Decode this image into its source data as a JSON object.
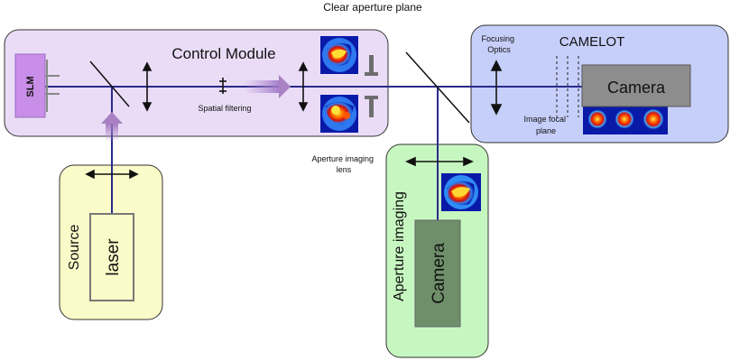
{
  "header": {
    "title": "Clear aperture plane"
  },
  "control_module": {
    "title": "Control Module",
    "spatial_filtering": "Spatial filtering",
    "slm": "SLM"
  },
  "camelot": {
    "title": "CAMELOT",
    "focusing_optics": [
      "Focusing",
      "Optics"
    ],
    "camera": "Camera",
    "image_focal_plane": [
      "Image focal",
      "plane"
    ]
  },
  "aperture_lens": [
    "Aperture imaging",
    "lens"
  ],
  "source": {
    "title": "Source",
    "laser": "laser"
  },
  "aperture_imaging": {
    "title": "Aperture imaging",
    "camera": "Camera"
  },
  "colors": {
    "control_bg": "#eadcf7",
    "camelot_bg": "#c6cffa",
    "source_bg": "#fbfbc9",
    "aperture_bg": "#c7f7c0",
    "beam": "#2a2a8a",
    "camera_fill": "#8d8d8d",
    "camera_green_fill": "#6f8f6a",
    "slm_fill": "#c98ee8"
  }
}
